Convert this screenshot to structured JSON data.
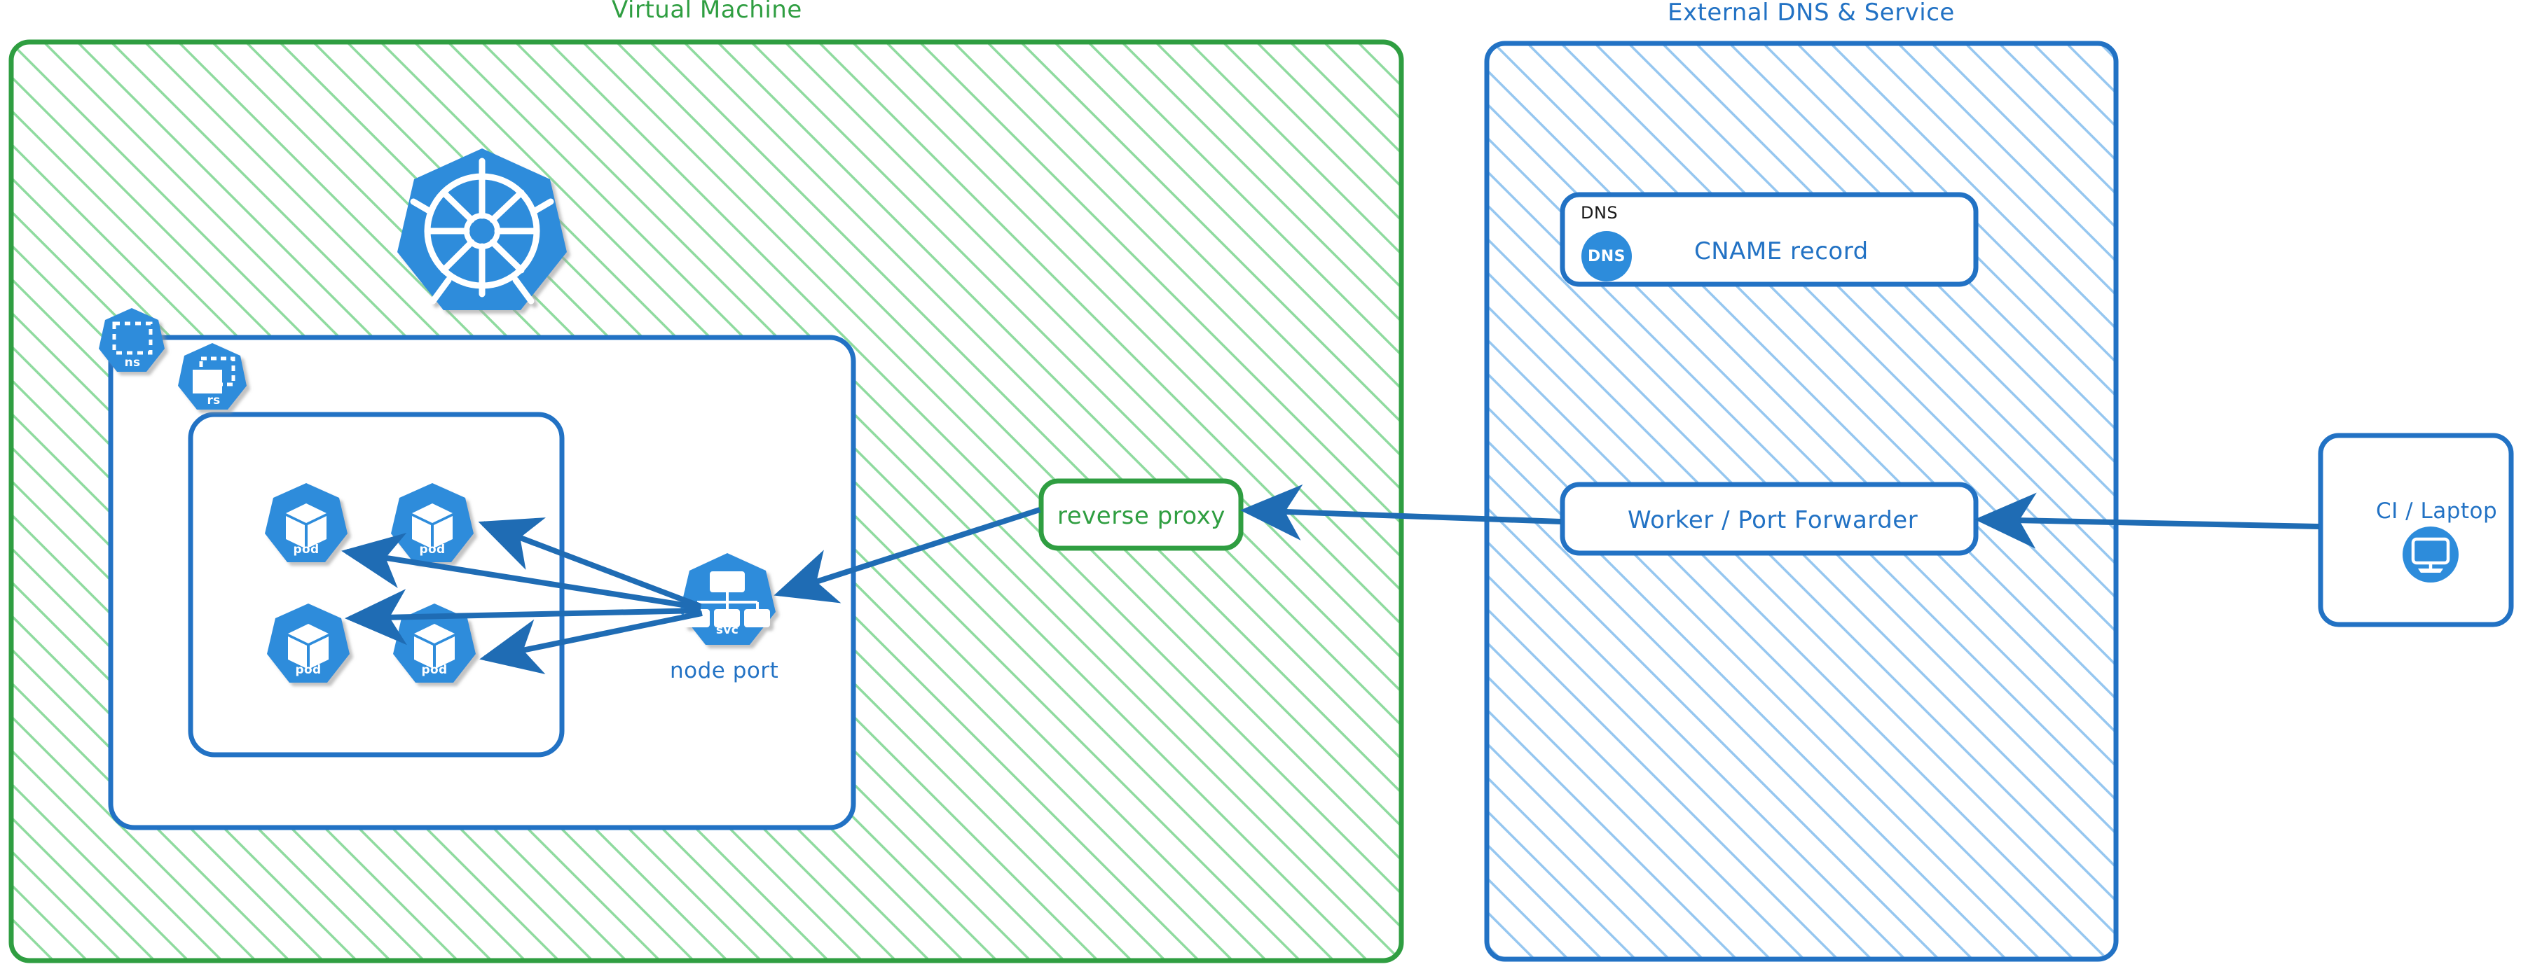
{
  "diagram": {
    "title_left": "Virtual Machine",
    "title_right": "External DNS & Service",
    "colors": {
      "green_stroke": "#2f9e41",
      "green_hatch": "#8fdb9f",
      "blue_stroke": "#2272c4",
      "blue_hatch": "#96c7f0",
      "k8s_blue": "#2d8cdb",
      "arrow_blue": "#1f6cb4",
      "white": "#ffffff",
      "black": "#1a1a1a"
    }
  },
  "zones": {
    "virtual_machine": {
      "label": "Virtual Machine",
      "fill_pattern": "diagonal-hatch-green"
    },
    "external": {
      "label": "External DNS & Service",
      "fill_pattern": "diagonal-hatch-blue"
    }
  },
  "k8s": {
    "logo_name": "kubernetes-helm-wheel",
    "namespace_badge": "ns",
    "replicaset_badge": "rs",
    "service_badge": "svc",
    "service_caption": "node port",
    "pods": [
      {
        "badge": "pod"
      },
      {
        "badge": "pod"
      },
      {
        "badge": "pod"
      },
      {
        "badge": "pod"
      }
    ]
  },
  "nodes": {
    "reverse_proxy": {
      "label": "reverse proxy"
    },
    "dns_card": {
      "group_label": "DNS",
      "icon_text": "DNS",
      "label": "CNAME record"
    },
    "worker": {
      "label": "Worker / Port Forwarder"
    },
    "client": {
      "label": "CI / Laptop",
      "icon_name": "desktop-monitor-icon"
    }
  },
  "edges": [
    {
      "from": "svc",
      "to": "pod-1",
      "direction": "one-way"
    },
    {
      "from": "svc",
      "to": "pod-2",
      "direction": "one-way"
    },
    {
      "from": "svc",
      "to": "pod-3",
      "direction": "one-way"
    },
    {
      "from": "svc",
      "to": "pod-4",
      "direction": "one-way"
    },
    {
      "from": "reverse-proxy",
      "to": "svc",
      "direction": "one-way"
    },
    {
      "from": "worker",
      "to": "reverse-proxy",
      "direction": "one-way"
    },
    {
      "from": "client",
      "to": "worker",
      "direction": "one-way"
    }
  ]
}
